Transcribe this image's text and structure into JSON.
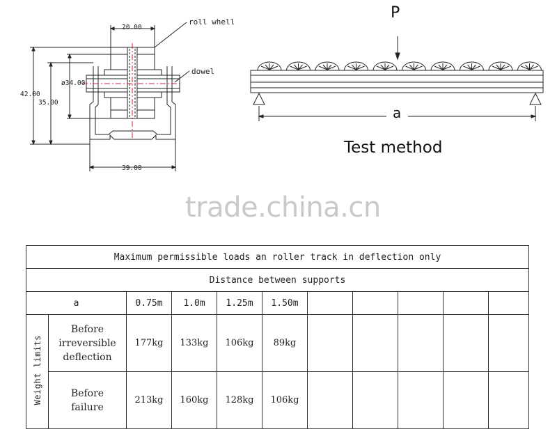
{
  "cross_section": {
    "dim_top": "20.00",
    "dim_bottom": "39.00",
    "dim_height_outer": "42.00",
    "dim_height_inner": "35.00",
    "dim_diameter": "ø34.00",
    "label_wheel": "roll whell",
    "label_dowel": "dowel"
  },
  "test_diagram": {
    "load_label": "P",
    "span_label": "a",
    "caption": "Test method"
  },
  "watermark": "trade.china.cn",
  "table": {
    "title": "Maximum permissible loads an roller track in deflection only",
    "subtitle": "Distance between supports",
    "param_label": "a",
    "distances": [
      "0.75m",
      "1.0m",
      "1.25m",
      "1.50m"
    ],
    "group_label": "Weight limits",
    "rows": [
      {
        "label_lines": [
          "Before",
          "irreversible",
          "deflection"
        ],
        "values": [
          "177kg",
          "133kg",
          "106kg",
          "89kg"
        ]
      },
      {
        "label_lines": [
          "Before",
          "failure"
        ],
        "values": [
          "213kg",
          "160kg",
          "128kg",
          "106kg"
        ]
      }
    ]
  }
}
